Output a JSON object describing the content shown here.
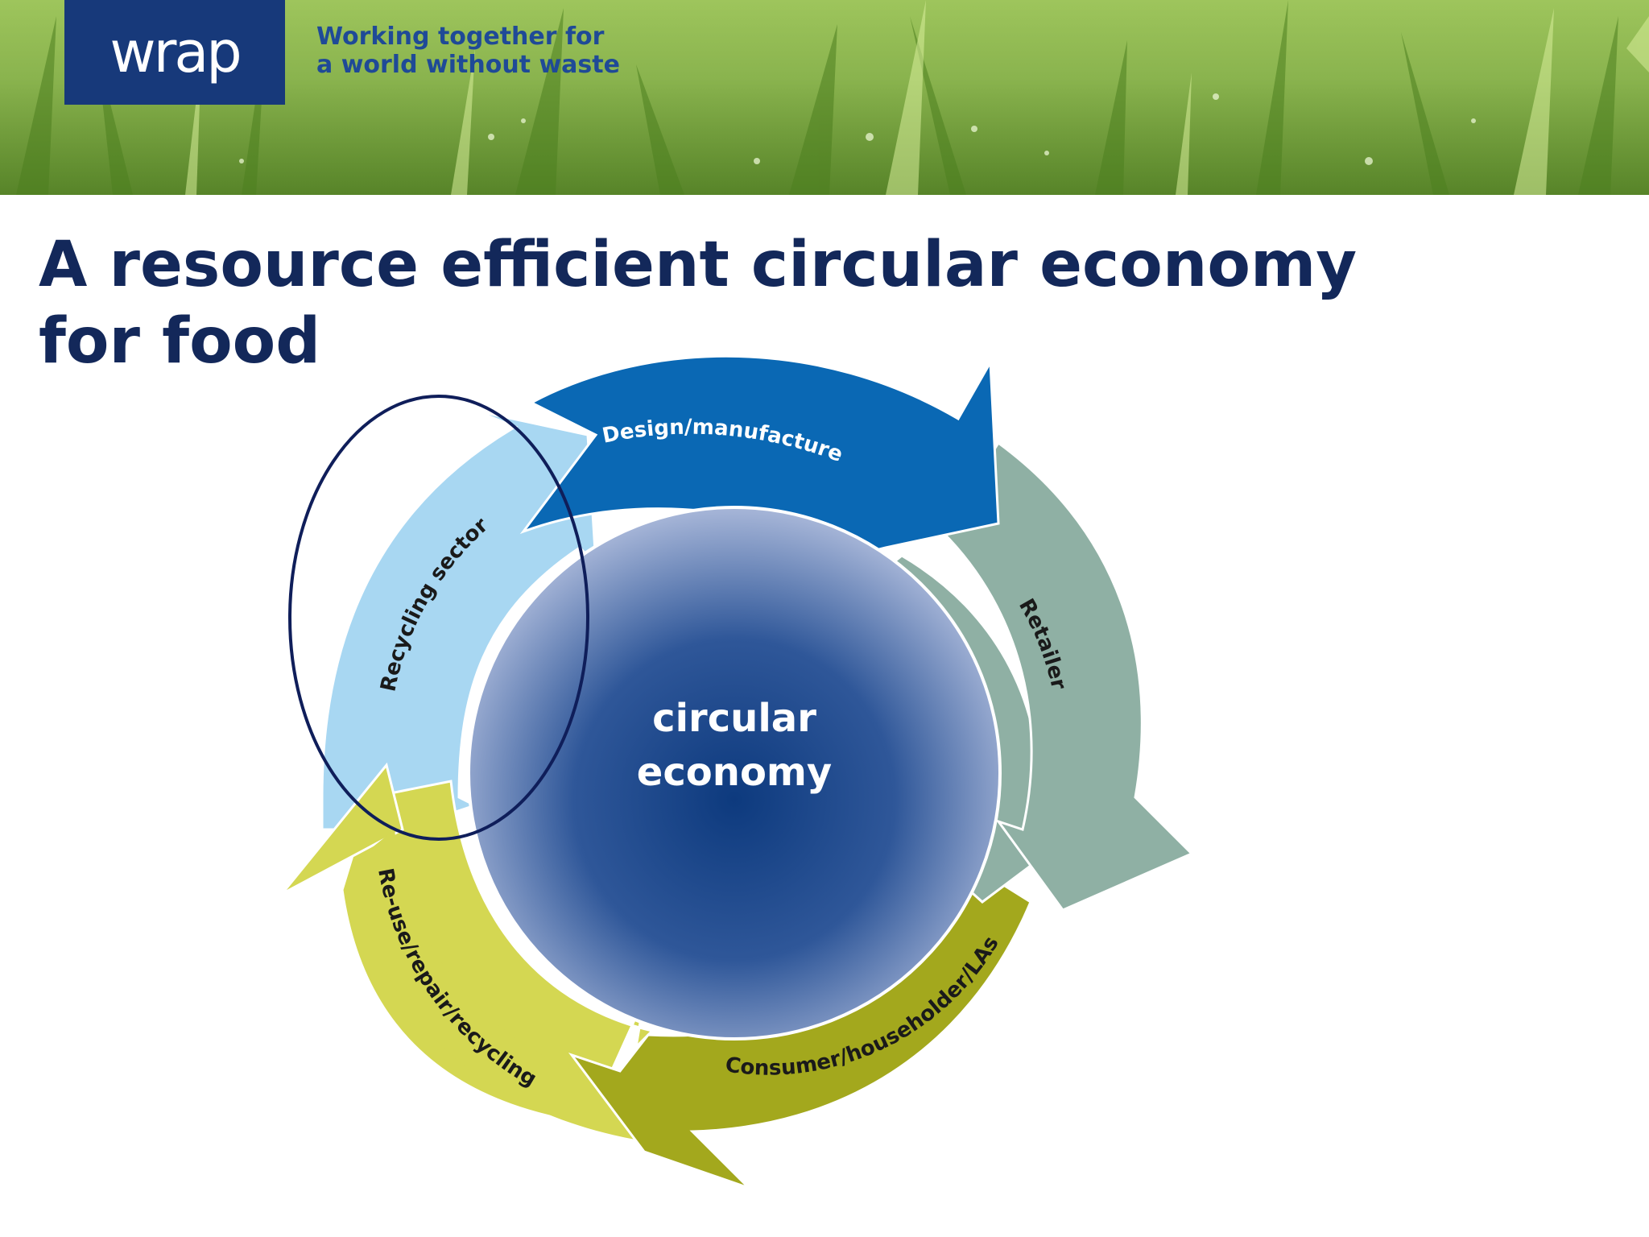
{
  "header": {
    "logo_text": "wrap",
    "tagline": "Working together for\na world without waste"
  },
  "slide": {
    "title": "A resource efficient circular economy for food"
  },
  "diagram": {
    "center_line1": "circular",
    "center_line2": "economy",
    "segments": [
      {
        "label": "Design/manufacture",
        "color": "#0a68b4",
        "text_color": "#ffffff"
      },
      {
        "label": "Retailer",
        "color": "#8fb0a4",
        "text_color": "#1a1a1a"
      },
      {
        "label": "Consumer/householder/LAs",
        "color": "#a3a81d",
        "text_color": "#1a1a1a"
      },
      {
        "label": "Re-use/repair/recycling",
        "color": "#d4d752",
        "text_color": "#1a1a1a"
      },
      {
        "label": "Recycling sector",
        "color": "#a8d7f2",
        "text_color": "#1a1a1a"
      }
    ],
    "highlighted_segment": "Recycling sector",
    "highlight_color": "#0f1e5a",
    "center_color_inner": "#0d3a7e",
    "center_color_outer": "#a7b6d8"
  }
}
